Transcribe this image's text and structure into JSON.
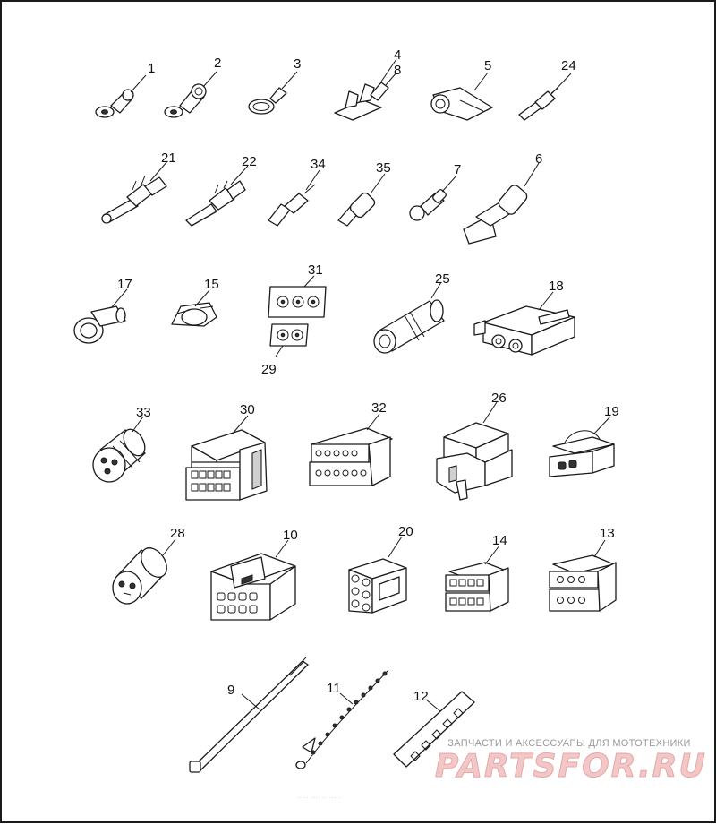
{
  "callouts": {
    "c1": "1",
    "c2": "2",
    "c3": "3",
    "c4": "4",
    "c8": "8",
    "c5": "5",
    "c24": "24",
    "c21": "21",
    "c22": "22",
    "c34": "34",
    "c35": "35",
    "c7": "7",
    "c6": "6",
    "c17": "17",
    "c15": "15",
    "c31": "31",
    "c29": "29",
    "c25": "25",
    "c18": "18",
    "c33": "33",
    "c30": "30",
    "c32": "32",
    "c26": "26",
    "c19": "19",
    "c28": "28",
    "c10": "10",
    "c20": "20",
    "c14": "14",
    "c13": "13",
    "c9": "9",
    "c11": "11",
    "c12": "12"
  },
  "watermark": {
    "tagline": "ЗАПЧАСТИ И АКСЕССУАРЫ ДЛЯ МОТОТЕХНИКИ",
    "logo": "PARTSFOR.RU"
  },
  "footnote": "·· ·· ···· ·· ··· ·"
}
